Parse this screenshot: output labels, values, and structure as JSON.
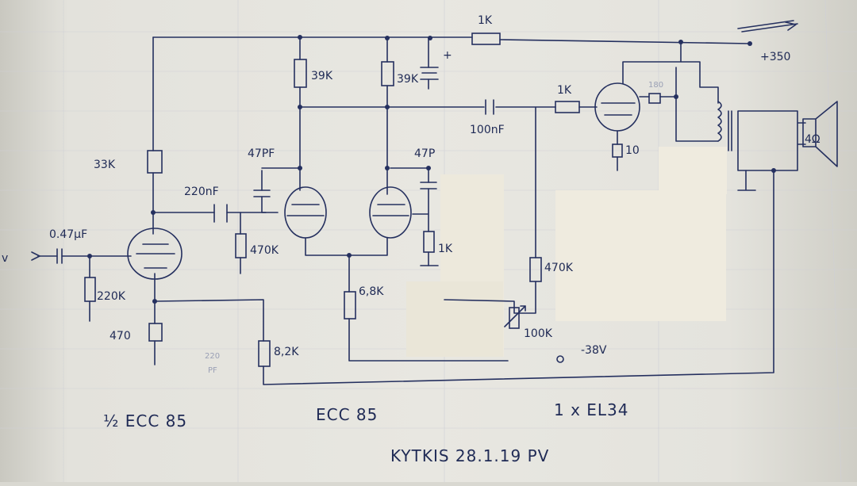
{
  "labels": {
    "r_33k": "33K",
    "c_047": "0.47µF",
    "in_v": "v",
    "r_220k": "220K",
    "r_470": "470",
    "c_220n": "220nF",
    "r_470k_a": "470K",
    "c_47pf_a": "47PF",
    "r_39k_a": "39K",
    "r_39k_b": "39K",
    "c_47p_b": "47P",
    "r_1k_b": "1K",
    "r_1k_top": "1K",
    "c_100n": "100nF",
    "r_1k_grid": "1K",
    "r_10": "10",
    "r_180": "180",
    "r_6k8": "6,8K",
    "r_470k_b": "470K",
    "pot_100k": "100K",
    "neg_38": "-38V",
    "r_8k2": "8,2K",
    "faint_220": "220",
    "faint_pf": "PF",
    "plus_350": "+350",
    "spk_ohm": "4Ω",
    "cap_plus": "+"
  },
  "captions": {
    "stage1": "½ ECC 85",
    "stage2": "ECC 85",
    "stage3": "1 x EL34",
    "signature": "KYTKIS 28.1.19 PV"
  },
  "colors": {
    "ink": "#25305f",
    "paper": "#e6e5df",
    "sticky_note": "#ede9dc"
  }
}
